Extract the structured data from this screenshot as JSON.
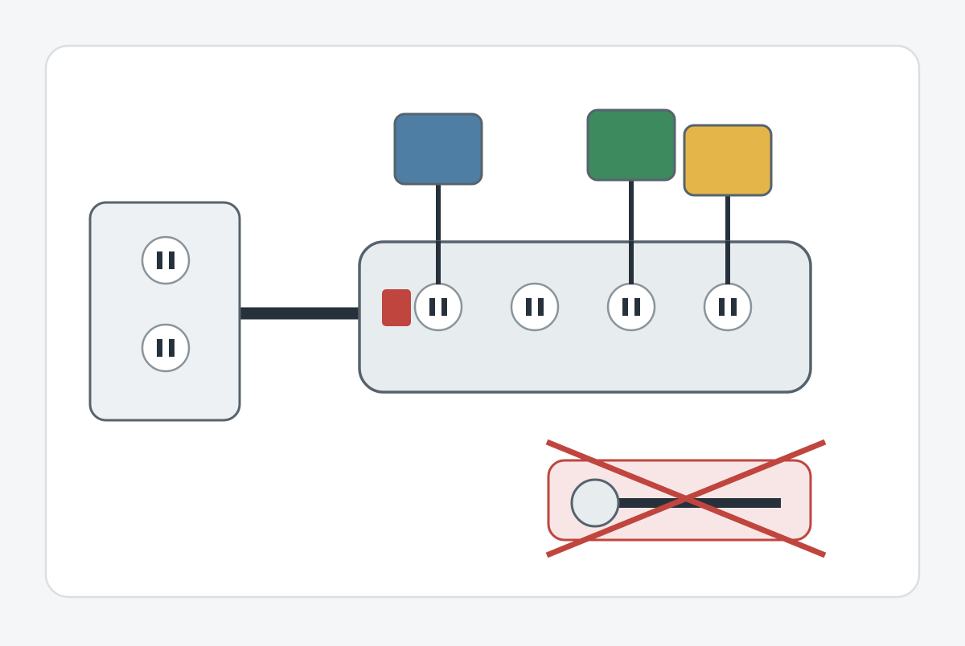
{
  "colors": {
    "background": "#f4f6f8",
    "card_fill": "#ffffff",
    "card_border": "#d9dfe3",
    "wall_outlet_fill": "#eef1f3",
    "outline": "#56636d",
    "cord": "#26313b",
    "socket_fill": "#ffffff",
    "socket_border": "#8a949b",
    "socket_slot": "#26313b",
    "power_strip_fill": "#e7ecef",
    "power_switch": "#c0453f",
    "device_blue": "#4e7ea4",
    "device_green": "#3d8a5f",
    "device_yellow": "#e4b64a",
    "prohibited_fill": "#f7e6e5",
    "prohibited_border": "#c0453f",
    "cross": "#c0453f",
    "plug_head_fill": "#e7ecef"
  },
  "icons": {
    "wall_outlet": "wall-outlet-icon",
    "power_strip": "power-strip-icon",
    "device": "device-plug-icon",
    "extension_cord": "extension-cord-icon",
    "prohibited_mark": "cross-icon"
  },
  "diagram": {
    "wall_outlet": {
      "socket_count": 2
    },
    "power_strip": {
      "socket_count": 4,
      "has_switch": true,
      "connected_devices": [
        {
          "device": "blue",
          "socket_index": 1
        },
        {
          "device": "green",
          "socket_index": 3
        },
        {
          "device": "yellow",
          "socket_index": 4
        }
      ],
      "free_sockets": [
        2
      ]
    },
    "prohibited_item": {
      "kind": "extension cord",
      "crossed_out": true
    }
  }
}
